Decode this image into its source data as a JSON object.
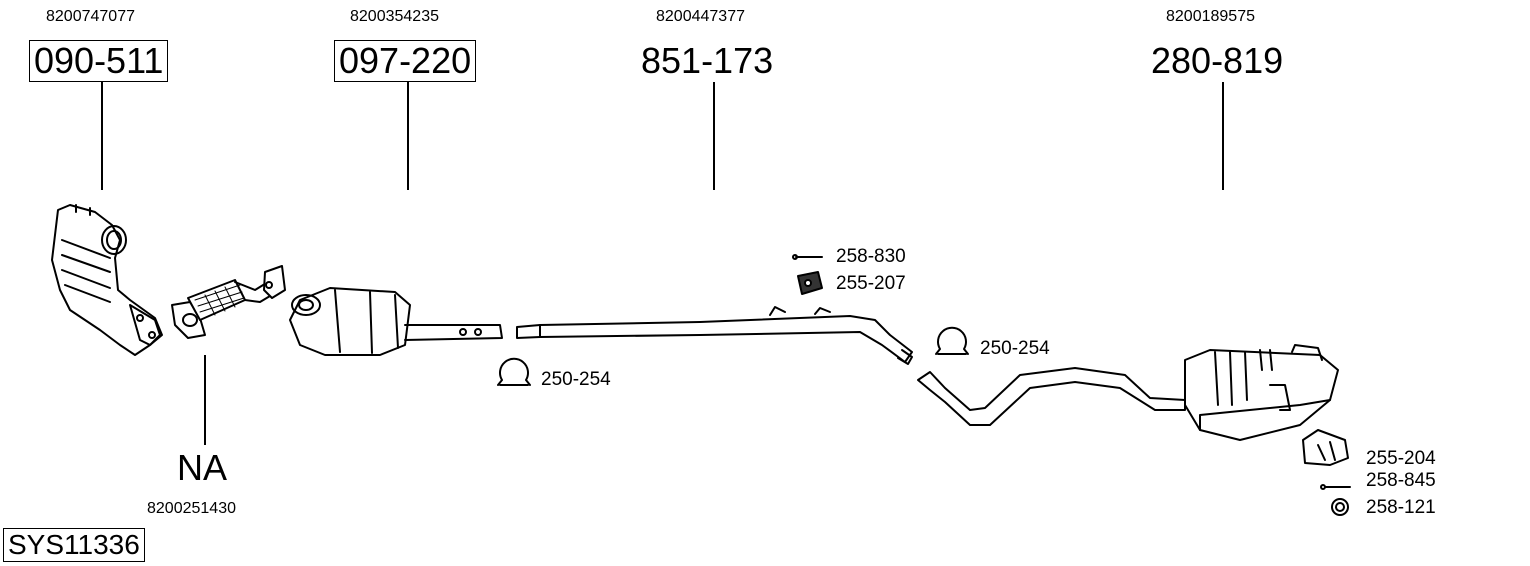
{
  "parts": [
    {
      "ref": "8200747077",
      "number": "090-511"
    },
    {
      "ref": "8200354235",
      "number": "097-220"
    },
    {
      "ref": "8200447377",
      "number": "851-173"
    },
    {
      "ref": "8200189575",
      "number": "280-819"
    }
  ],
  "flex_pipe": {
    "number": "NA",
    "ref": "8200251430"
  },
  "fittings": {
    "bolt_mid": "258-830",
    "hanger_mid": "255-207",
    "clamp_1": "250-254",
    "clamp_2": "250-254",
    "hanger_rear": "255-204",
    "bolt_rear": "258-845",
    "ring_rear": "258-121"
  },
  "system_id": "SYS11336"
}
